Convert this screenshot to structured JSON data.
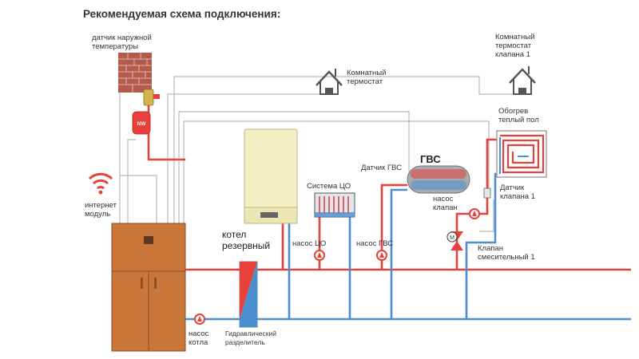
{
  "heading": "Рекомендуемая схема подключения:",
  "labels": {
    "outdoor_sensor": [
      "датчик наружной",
      "температуры"
    ],
    "room_thermostat": [
      "Комнатный",
      "термостат"
    ],
    "room_thermostat_valve": [
      "Комнатный",
      "термостат",
      "клапана 1"
    ],
    "floor_heating": [
      "Обогрев",
      "теплый пол"
    ],
    "internet_module": [
      "интернет",
      "модуль"
    ],
    "backup_boiler": [
      "котел",
      "резервный"
    ],
    "heating_system": "Система ЦО",
    "dhw_sensor": "Датчик ГВС",
    "dhw": "ГВС",
    "dhw_pump": [
      "насос",
      "клапан"
    ],
    "valve_sensor": [
      "Датчик",
      "клапана 1"
    ],
    "pump_heating": "насос ЦО",
    "pump_dhw": "насос ГВС",
    "mixing_valve": [
      "Клапан",
      "смесительный 1"
    ],
    "boiler_pump": [
      "насос",
      "котла"
    ],
    "hydraulic_separator": [
      "Гидравлический",
      "разделитель"
    ],
    "nw_badge": "NW"
  },
  "colors": {
    "supply": "#e8403a",
    "return": "#4a8fcf",
    "control": "#b9b9b9",
    "boiler_body": "#c8763a",
    "backup_boiler": "#f3efc4",
    "brick": "#b35a48",
    "wifi": "#e8403a"
  },
  "icons": [
    "brick-wall-icon",
    "house-thermostat-icon",
    "wifi-icon",
    "pump-icon",
    "mixing-valve-icon",
    "radiator-icon",
    "underfloor-coil-icon",
    "expansion-tank-icon"
  ]
}
